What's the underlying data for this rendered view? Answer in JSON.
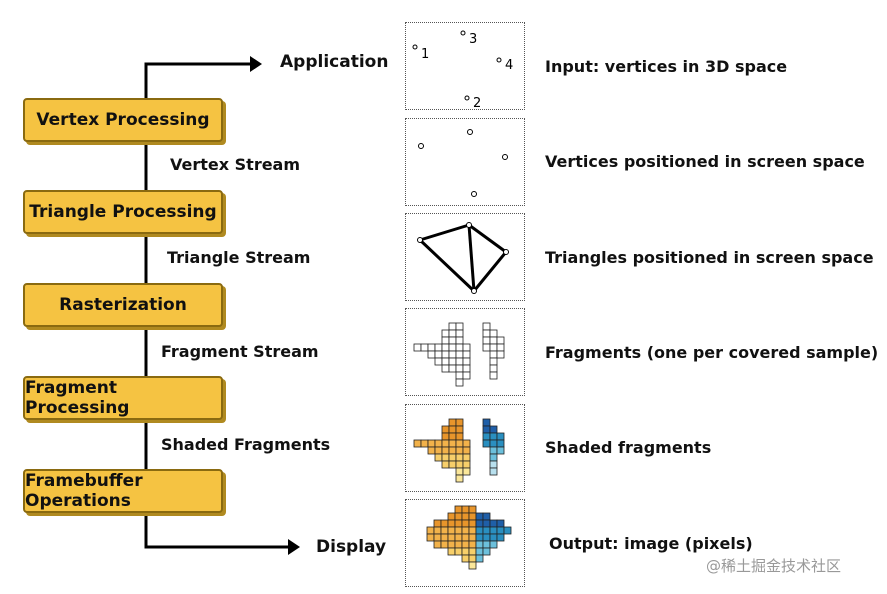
{
  "pipeline": {
    "start": "Application",
    "end": "Display",
    "stages": [
      "Vertex Processing",
      "Triangle Processing",
      "Rasterization",
      "Fragment Processing",
      "Framebuffer Operations"
    ],
    "streams": [
      "Vertex Stream",
      "Triangle Stream",
      "Fragment Stream",
      "Shaded Fragments"
    ]
  },
  "panels": {
    "vertex_labels": [
      "1",
      "2",
      "3",
      "4"
    ],
    "descriptions": [
      "Input: vertices in 3D space",
      "Vertices positioned in screen space",
      "Triangles positioned in screen space",
      "Fragments (one per covered sample)",
      "Shaded fragments",
      "Output: image (pixels)"
    ]
  },
  "colors": {
    "stage_fill": "#f5c342",
    "stage_border": "#8a6a10",
    "fragment_warm": [
      "#e8952b",
      "#f2b24a",
      "#f7cf6a",
      "#fbe79a"
    ],
    "fragment_cool": [
      "#1f5fa8",
      "#2a8fc0",
      "#6cc0dc",
      "#b8e0ee"
    ]
  },
  "watermark": "@稀土掘金技术社区"
}
